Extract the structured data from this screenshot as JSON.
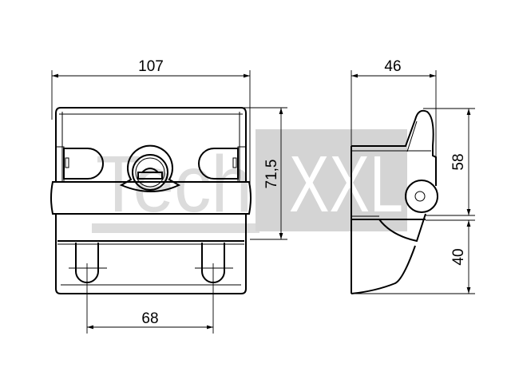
{
  "dimensions": {
    "front_width": "107",
    "front_height": "71,5",
    "hole_spacing": "68",
    "side_depth": "46",
    "side_upper_height": "58",
    "side_lower_height": "40"
  },
  "watermark": {
    "part1": "Tech",
    "part2": "XXL"
  },
  "colors": {
    "line": "#000000",
    "watermark_light": "#dcdcdc",
    "watermark_box": "#d4d4d4"
  }
}
